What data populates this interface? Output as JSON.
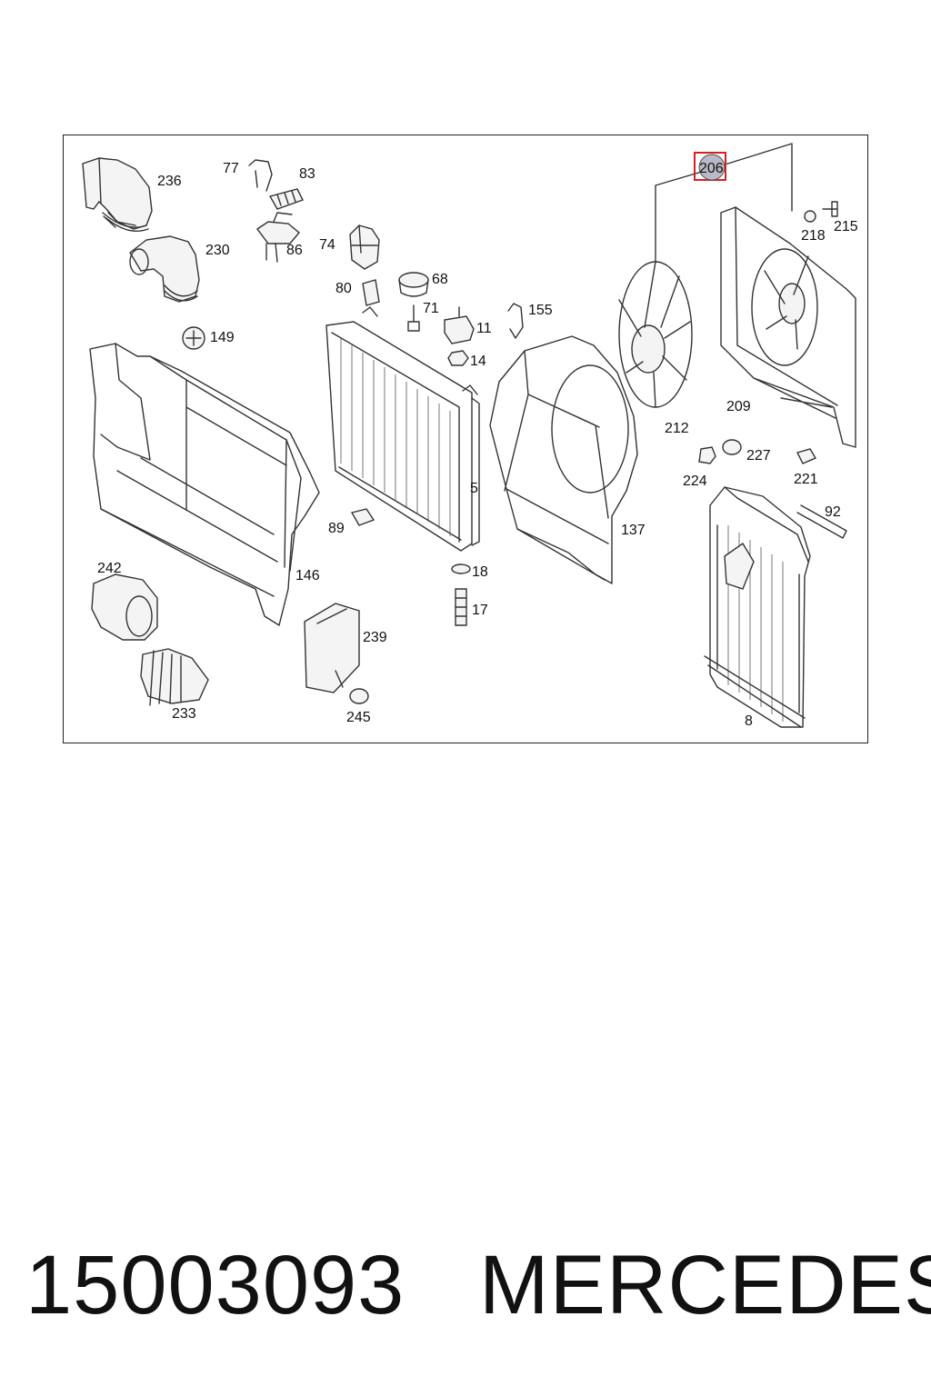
{
  "diagram": {
    "highlighted_callout": "206",
    "highlight_color": "#d42020",
    "callouts": {
      "c236": "236",
      "c77": "77",
      "c83": "83",
      "c230": "230",
      "c86": "86",
      "c74": "74",
      "c68": "68",
      "c80": "80",
      "c71": "71",
      "c11": "11",
      "c155": "155",
      "c14": "14",
      "c149": "149",
      "c206": "206",
      "c215": "215",
      "c218": "218",
      "c212": "212",
      "c209": "209",
      "c227": "227",
      "c224": "224",
      "c221": "221",
      "c5": "5",
      "c92": "92",
      "c89": "89",
      "c137": "137",
      "c146": "146",
      "c18": "18",
      "c242": "242",
      "c17": "17",
      "c239": "239",
      "c233": "233",
      "c245": "245",
      "c8": "8"
    }
  },
  "footer": {
    "part_number": "15003093",
    "brand": "MERCEDES"
  }
}
